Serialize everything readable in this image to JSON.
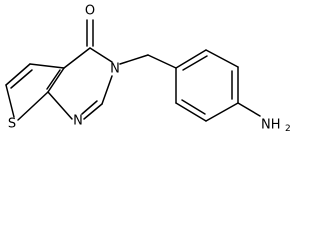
{
  "structure": {
    "atoms": {
      "oxygen": "O",
      "nitrogen_ring": "N",
      "nitrogen_lower": "N",
      "sulfur": "S",
      "amine_n": "NH",
      "amine_h_count": "2"
    }
  },
  "colors": {
    "bond": "#000000",
    "label": "#000000",
    "background": "#ffffff"
  }
}
